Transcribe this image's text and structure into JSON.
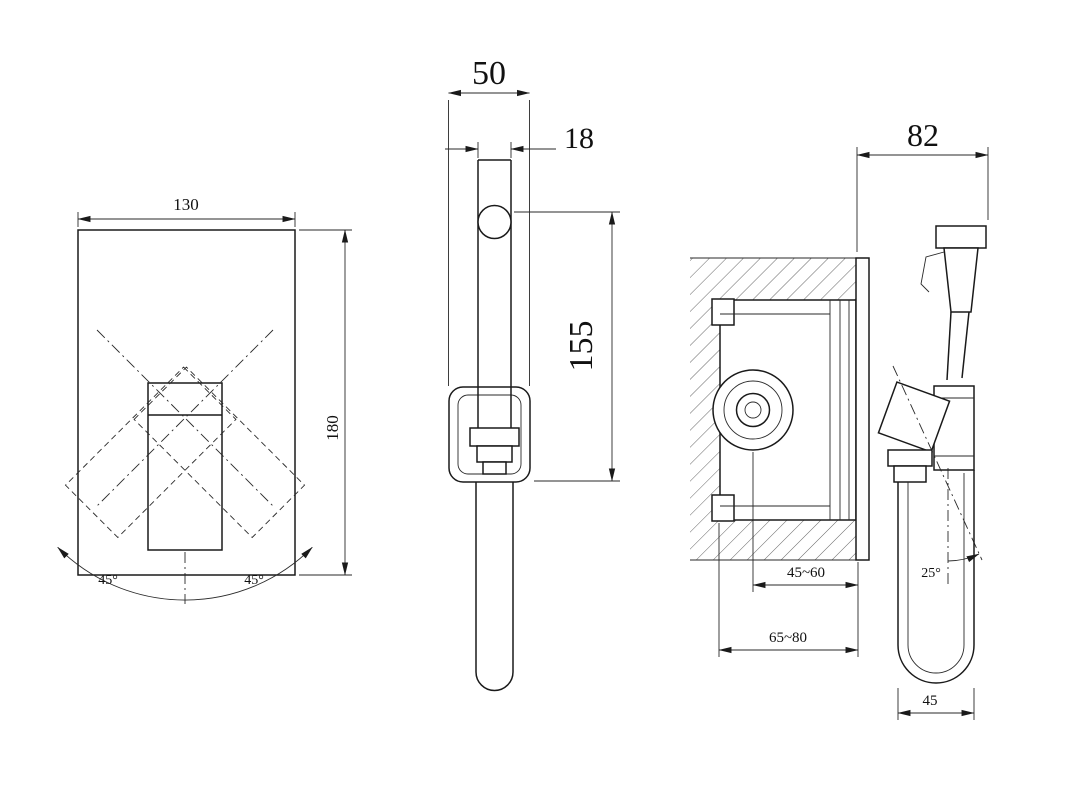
{
  "colors": {
    "ink": "#1a1a1a",
    "background": "#ffffff"
  },
  "drawing": {
    "front_view": {
      "plate_width": "130",
      "plate_height": "180",
      "handle_swing_left": "45°",
      "handle_swing_right": "45°"
    },
    "side_view": {
      "holder_width": "50",
      "tube_width": "18",
      "sprayer_height": "155"
    },
    "installed_view": {
      "projection_depth": "82",
      "embed_depth_range": "45~60",
      "body_depth_range": "65~80",
      "holder_tilt": "25°",
      "hose_loop_width": "45"
    }
  }
}
